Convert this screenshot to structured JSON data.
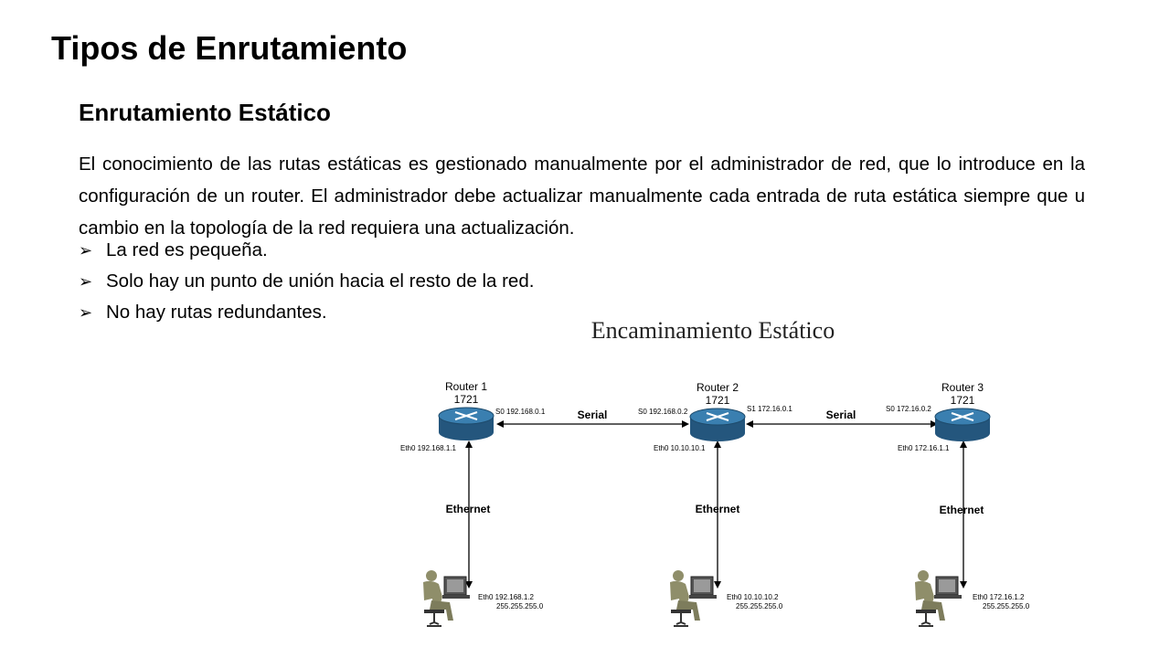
{
  "slide": {
    "title": "Tipos de Enrutamiento",
    "subtitle": "Enrutamiento Estático",
    "paragraph": "El conocimiento de las rutas estáticas es gestionado manualmente por el administrador de red, que lo introduce en la configuración de un router. El administrador debe actualizar manualmente cada entrada de ruta estática siempre que u cambio en la topología de la red requiera una actualización.",
    "bullet_icon": "arrow-bullet-icon",
    "bullets": [
      "La red es pequeña.",
      "Solo hay un punto de unión hacia el resto de la red.",
      "No hay rutas redundantes."
    ]
  },
  "diagram": {
    "title": "Encaminamiento Estático",
    "routers": [
      {
        "name": "Router 1",
        "model": "1721",
        "serial_if": "S0 192.168.0.1",
        "eth_if": "Eth0 192.168.1.1"
      },
      {
        "name": "Router 2",
        "model": "1721",
        "serial_if_left": "S0 192.168.0.2",
        "serial_if_right": "S1 172.16.0.1",
        "eth_if": "Eth0 10.10.10.1"
      },
      {
        "name": "Router 3",
        "model": "1721",
        "serial_if": "S0 172.16.0.2",
        "eth_if": "Eth0 172.16.1.1"
      }
    ],
    "links": {
      "serial": "Serial",
      "ethernet": "Ethernet"
    },
    "hosts": [
      {
        "ip": "Eth0 192.168.1.2",
        "mask": "255.255.255.0"
      },
      {
        "ip": "Eth0 10.10.10.2",
        "mask": "255.255.255.0"
      },
      {
        "ip": "Eth0 172.16.1.2",
        "mask": "255.255.255.0"
      }
    ],
    "colors": {
      "router": "#3a7fb0",
      "router_dark": "#24567d",
      "person": "#8f8e6a",
      "monitor": "#555555"
    }
  }
}
